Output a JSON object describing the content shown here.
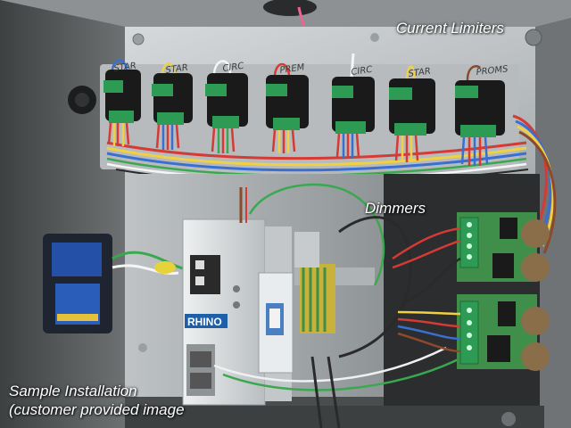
{
  "captions": {
    "current_limiters": "Current Limiters",
    "dimmers": "Dimmers",
    "sample_line1": "Sample Installation",
    "sample_line2": "(customer provided image"
  },
  "device": {
    "brand_label": "RHINO"
  },
  "limiter_tags": [
    "STAR",
    "STAR",
    "CIRC",
    "PREM",
    "CIRC",
    "STAR",
    "PROMS"
  ],
  "colors": {
    "enclosure_wall": "#5c5f60",
    "backplate": "#c9ccce",
    "limiter_body": "#1a1a1a",
    "terminal_green": "#2e9b55",
    "pcb_green": "#3f8f4a",
    "din_rail": "#aeb3b5"
  }
}
